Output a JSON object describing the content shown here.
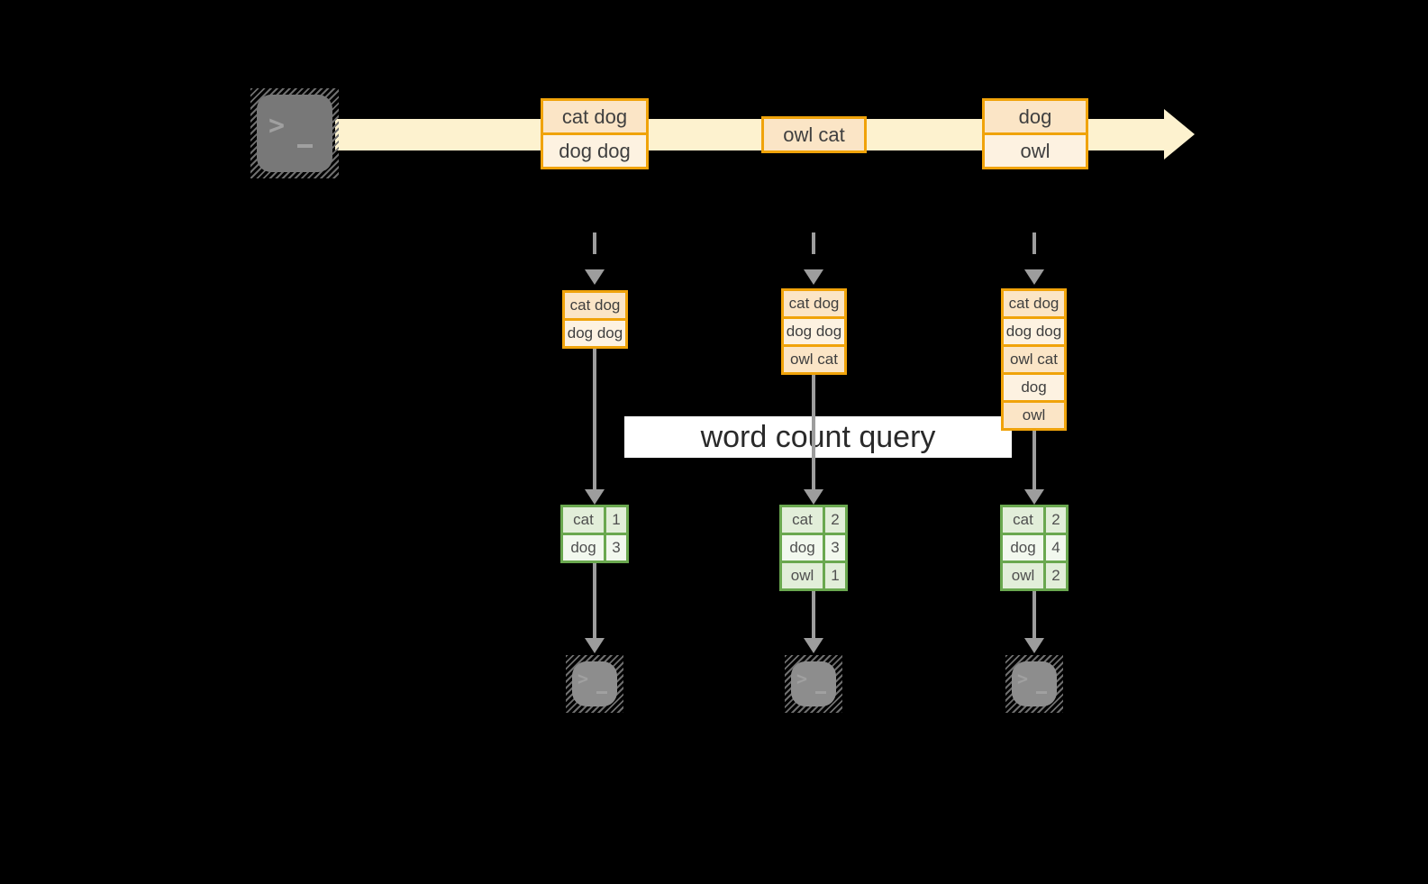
{
  "label": {
    "text": "word count query"
  },
  "stream": {
    "batches": [
      {
        "lines": [
          "cat dog",
          "dog dog"
        ]
      },
      {
        "lines": [
          "owl cat"
        ]
      },
      {
        "lines": [
          "dog",
          "owl"
        ]
      }
    ]
  },
  "columns": [
    {
      "accumulated": [
        "cat dog",
        "dog dog"
      ],
      "counts": [
        {
          "word": "cat",
          "count": "1"
        },
        {
          "word": "dog",
          "count": "3"
        }
      ]
    },
    {
      "accumulated": [
        "cat dog",
        "dog dog",
        "owl cat"
      ],
      "counts": [
        {
          "word": "cat",
          "count": "2"
        },
        {
          "word": "dog",
          "count": "3"
        },
        {
          "word": "owl",
          "count": "1"
        }
      ]
    },
    {
      "accumulated": [
        "cat dog",
        "dog dog",
        "owl cat",
        "dog",
        "owl"
      ],
      "counts": [
        {
          "word": "cat",
          "count": "2"
        },
        {
          "word": "dog",
          "count": "4"
        },
        {
          "word": "owl",
          "count": "2"
        }
      ]
    }
  ],
  "icons": {
    "prompt_chevron": ">"
  },
  "colors": {
    "background": "#000000",
    "band_fill": "#fdf2cf",
    "orange_border": "#f0a30a",
    "peach_fill": "#fbe5c6",
    "cream_fill": "#fdf2e1",
    "green_border": "#6aa84f",
    "green_fill": "#e2eed9",
    "green_fill_alt": "#f2f8ee",
    "arrow_gray": "#9d9d9d",
    "terminal_gray": "#787878",
    "terminal_gray_light": "#8d8d8d",
    "label_bg": "#ffffff"
  }
}
